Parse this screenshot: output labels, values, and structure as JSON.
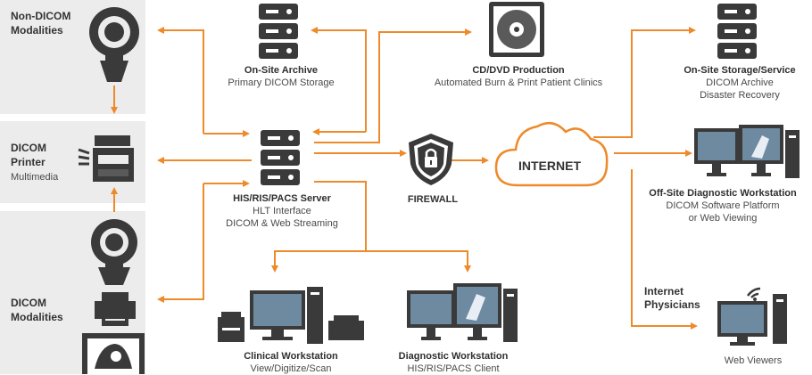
{
  "left_panels": {
    "non_dicom": {
      "title": "Non-DICOM\nModalities"
    },
    "printer": {
      "title": "DICOM\nPrinter",
      "sub": "Multimedia"
    },
    "dicom_mod": {
      "title": "DICOM\nModalities"
    }
  },
  "nodes": {
    "archive": {
      "title": "On-Site Archive",
      "sub1": "Primary DICOM Storage"
    },
    "cd": {
      "title": "CD/DVD Production",
      "sub1": "Automated Burn & Print Patient Clinics"
    },
    "storage": {
      "title": "On-Site Storage/Service",
      "sub1": "DICOM Archive",
      "sub2": "Disaster Recovery"
    },
    "pacs": {
      "title": "HIS/RIS/PACS Server",
      "sub1": "HLT Interface",
      "sub2": "DICOM & Web Streaming"
    },
    "firewall": {
      "title": "FIREWALL"
    },
    "internet": {
      "title": "INTERNET"
    },
    "offsite": {
      "title": "Off-Site Diagnostic Workstation",
      "sub1": "DICOM Software Platform",
      "sub2": "or Web Viewing"
    },
    "physicians": {
      "title": "Internet\nPhysicians",
      "sub1": "Web Viewers"
    },
    "clinical": {
      "title": "Clinical Workstation",
      "sub1": "View/Digitize/Scan"
    },
    "diagnostic": {
      "title": "Diagnostic Workstation",
      "sub1": "HIS/RIS/PACS Client"
    }
  },
  "colors": {
    "arrow": "#ee8a2a",
    "icon": "#3a3a3a",
    "panel": "#ececec",
    "monitor": "#6e8aa0"
  }
}
